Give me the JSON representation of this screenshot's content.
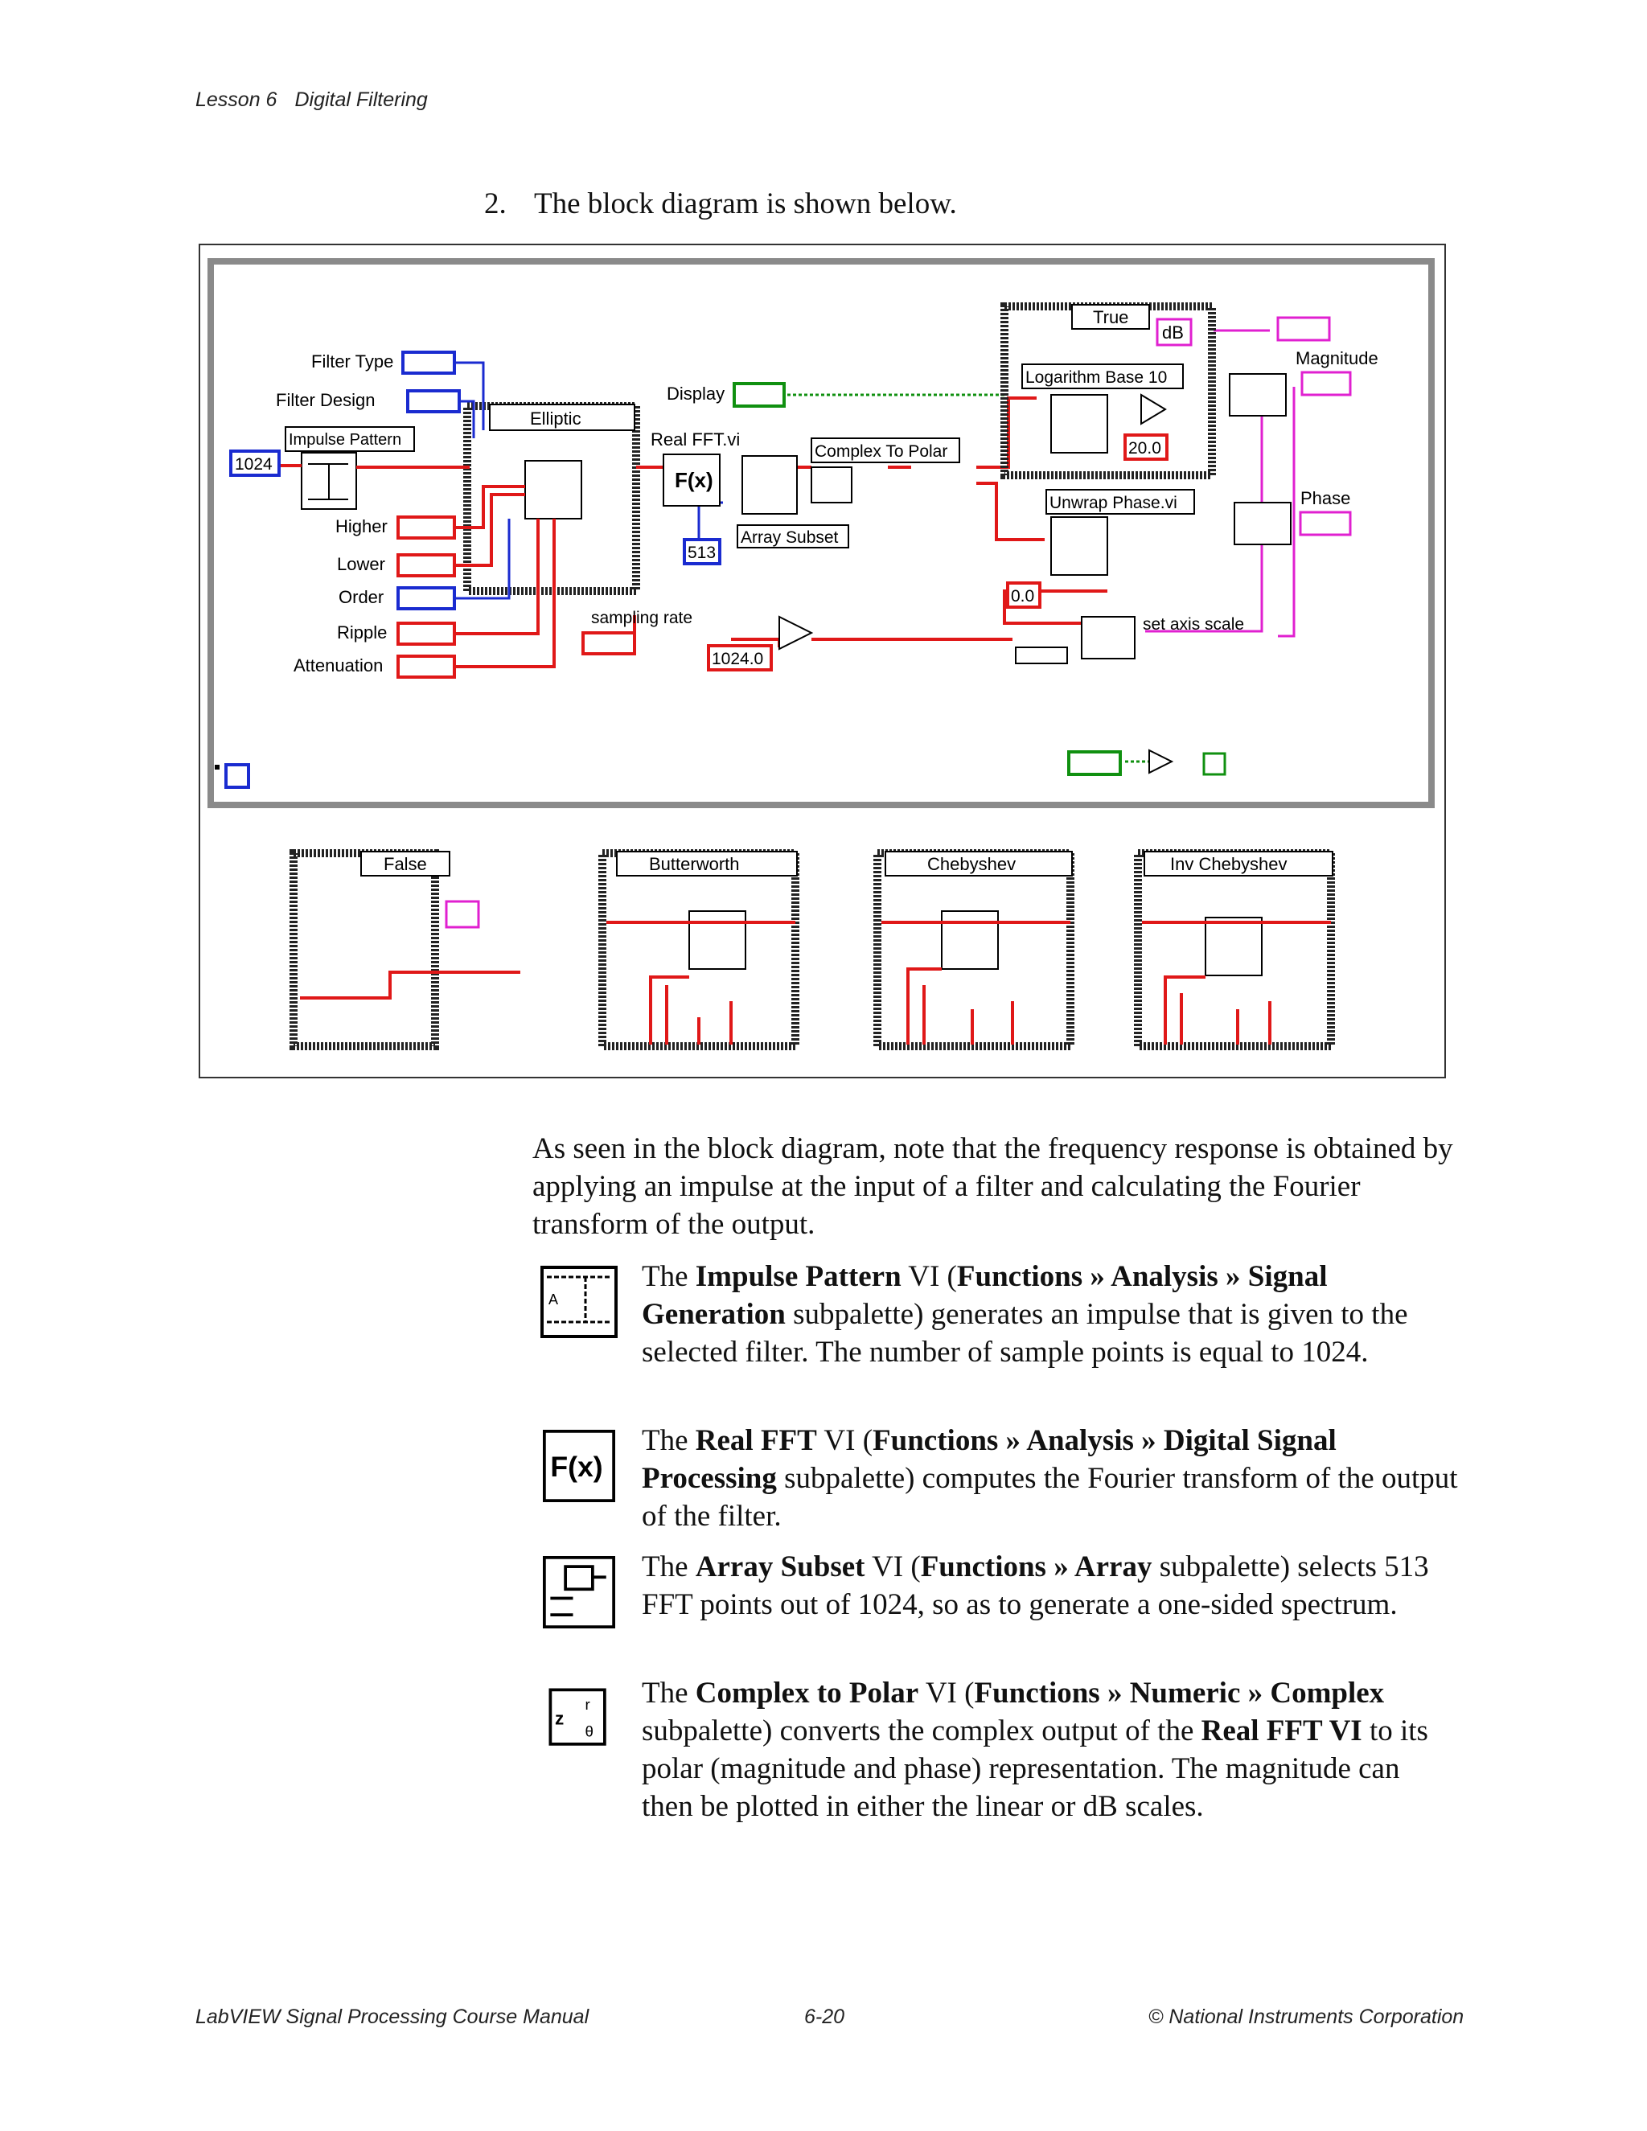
{
  "header": {
    "lesson": "Lesson 6",
    "title": "Digital Filtering"
  },
  "step": {
    "number": "2.",
    "text": "The block diagram is shown below."
  },
  "diagram": {
    "labels": {
      "filter_type": "Filter Type",
      "filter_design": "Filter Design",
      "impulse_pattern": "Impulse Pattern",
      "n_1024": "1024",
      "higher": "Higher",
      "lower": "Lower",
      "order": "Order",
      "ripple": "Ripple",
      "attenuation": "Attenuation",
      "elliptic": "Elliptic",
      "display": "Display",
      "real_fft": "Real FFT.vi",
      "complex_to_polar": "Complex To Polar",
      "n_513": "513",
      "array_subset": "Array Subset",
      "sampling_rate": "sampling rate",
      "n_1024_0": "1024.0",
      "true_case": "True",
      "db": "dB",
      "log_base_10": "Logarithm Base 10",
      "n_20_0": "20.0",
      "magnitude": "Magnitude",
      "unwrap_phase": "Unwrap Phase.vi",
      "phase": "Phase",
      "n_0_0": "0.0",
      "set_axis_scale": "set axis scale",
      "false_case": "False",
      "butterworth": "Butterworth",
      "chebyshev": "Chebyshev",
      "inv_chebyshev": "Inv Chebyshev"
    }
  },
  "intro": "As seen in the block diagram, note that the frequency response is obtained by applying an impulse at the input of a filter and calculating the Fourier transform of the output.",
  "items": [
    {
      "t1": "The ",
      "b1": "Impulse Pattern",
      "t2": " VI (",
      "b2": "Functions » Analysis » Signal Generation",
      "t3": " subpalette) generates an impulse that is given to the selected filter. The number of sample points is equal to 1024."
    },
    {
      "t1": "The ",
      "b1": "Real FFT",
      "t2": " VI (",
      "b2": "Functions » Analysis » Digital Signal Processing",
      "t3": " subpalette) computes the Fourier transform of the output of the filter."
    },
    {
      "t1": "The ",
      "b1": "Array Subset",
      "t2": " VI (",
      "b2": "Functions » Array",
      "t3": " subpalette) selects 513 FFT points out of 1024, so as to generate a one-sided spectrum."
    },
    {
      "t1": "The ",
      "b1": "Complex to Polar",
      "t2": " VI (",
      "b2": "Functions » Numeric » Complex",
      "t3": " subpalette) converts the complex output of the ",
      "b3": "Real FFT VI",
      "t4": " to its polar (magnitude and phase) representation. The magnitude can then be plotted in either the linear or dB scales."
    }
  ],
  "footer": {
    "left": "LabVIEW Signal Processing Course Manual",
    "center": "6-20",
    "right": "© National Instruments Corporation"
  }
}
